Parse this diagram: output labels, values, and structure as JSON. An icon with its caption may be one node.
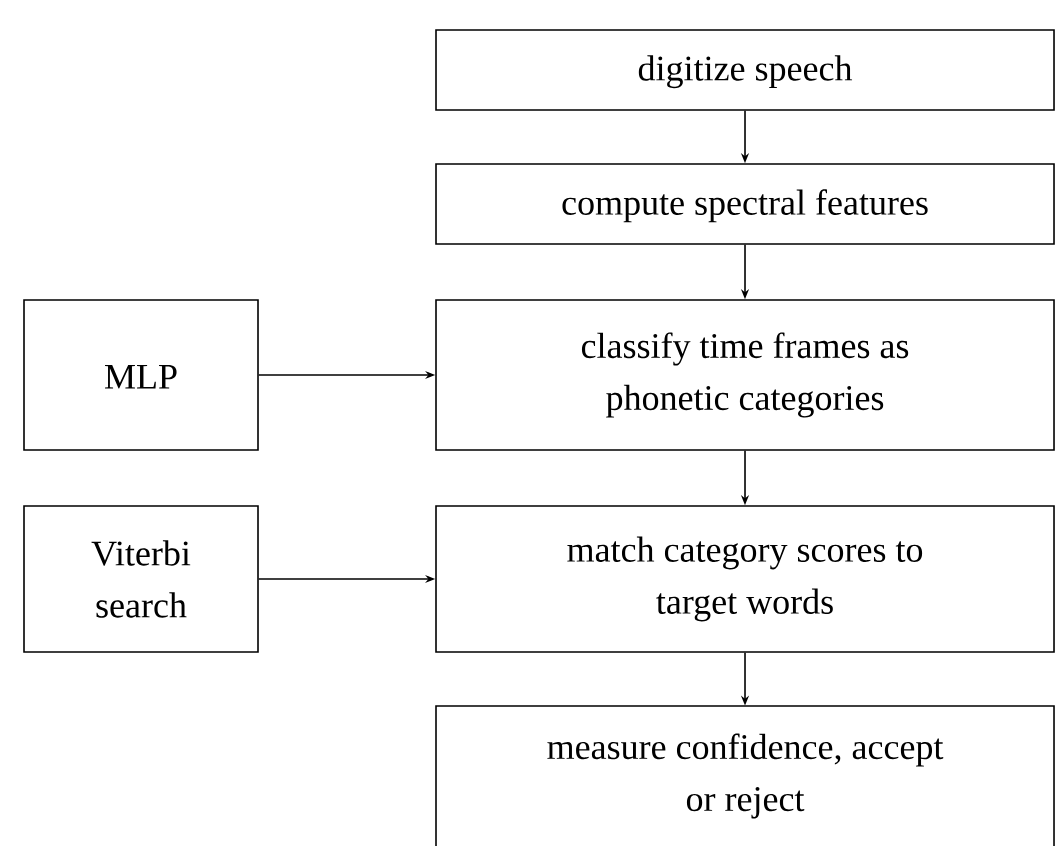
{
  "diagram": {
    "nodes": [
      {
        "text": [
          "digitize speech"
        ]
      },
      {
        "text": [
          "compute spectral features"
        ]
      },
      {
        "text": [
          "classify time frames as phonetic categories"
        ]
      },
      {
        "text": [
          "match category scores to target words"
        ]
      },
      {
        "text": [
          "measure confidence, accept or reject"
        ]
      },
      {
        "text": [
          "MLP"
        ]
      },
      {
        "text": [
          "Viterbi search"
        ]
      }
    ],
    "edges": [
      {
        "from": 0,
        "to": 1,
        "arrow": "to"
      },
      {
        "from": 1,
        "to": 2,
        "arrow": "to"
      },
      {
        "from": 2,
        "to": 3,
        "arrow": "to"
      },
      {
        "from": 3,
        "to": 4,
        "arrow": "to"
      },
      {
        "from": 5,
        "to": 2,
        "arrow": "to"
      },
      {
        "from": 6,
        "to": 3,
        "arrow": "to"
      }
    ]
  }
}
